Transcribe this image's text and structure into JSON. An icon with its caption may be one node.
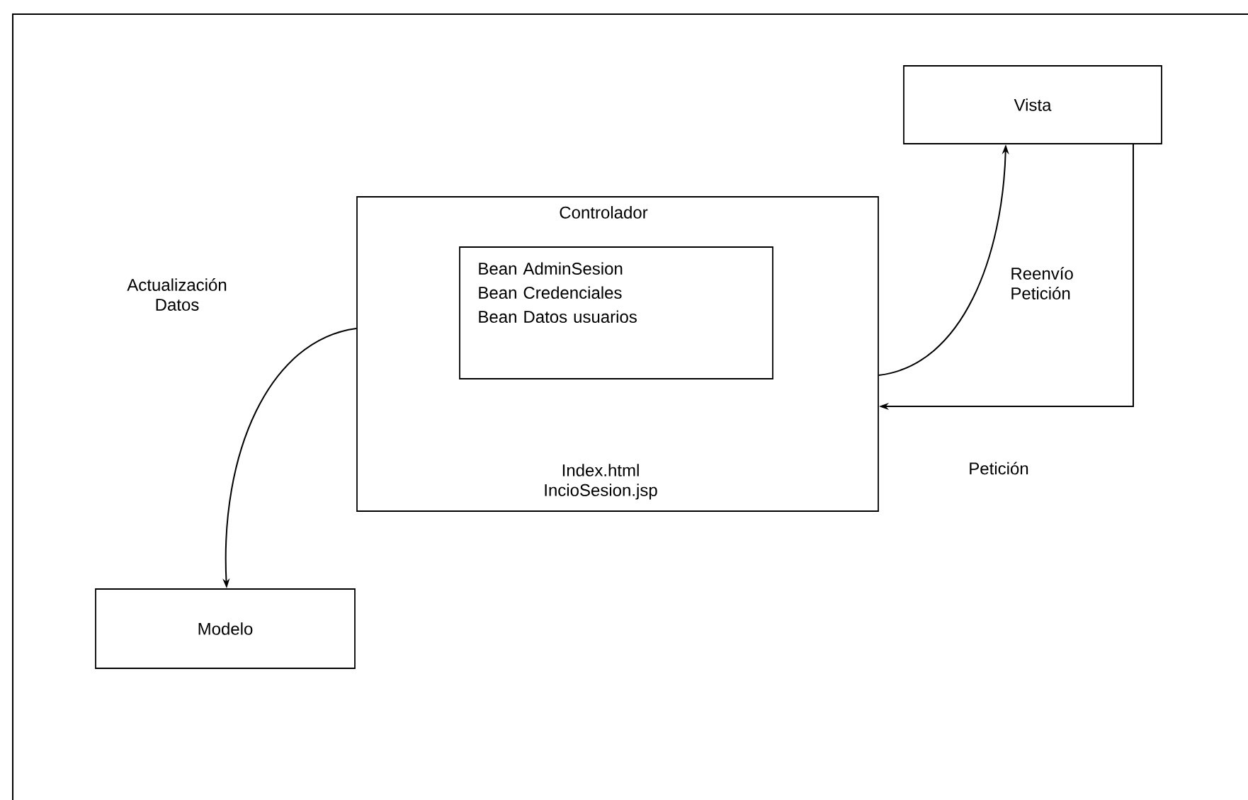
{
  "diagram": {
    "nodes": [
      {
        "text": [
          "Controlador",
          "Index.html IncioSesion.jsp"
        ]
      },
      {
        "text": [
          "Bean AdminSesion Bean Credenciales Bean Datos usuarios"
        ],
        "in": 0
      },
      {
        "text": [
          "Vista"
        ]
      },
      {
        "text": [
          "Modelo"
        ]
      }
    ],
    "edges": [
      {
        "from": 0,
        "to": 2,
        "arrow": "to",
        "label": "Reenvío Petición"
      },
      {
        "from": 2,
        "to": 0,
        "arrow": "to",
        "label": "Petición"
      },
      {
        "from": 0,
        "to": 3,
        "arrow": "to",
        "label": "Actualización Datos"
      }
    ]
  }
}
